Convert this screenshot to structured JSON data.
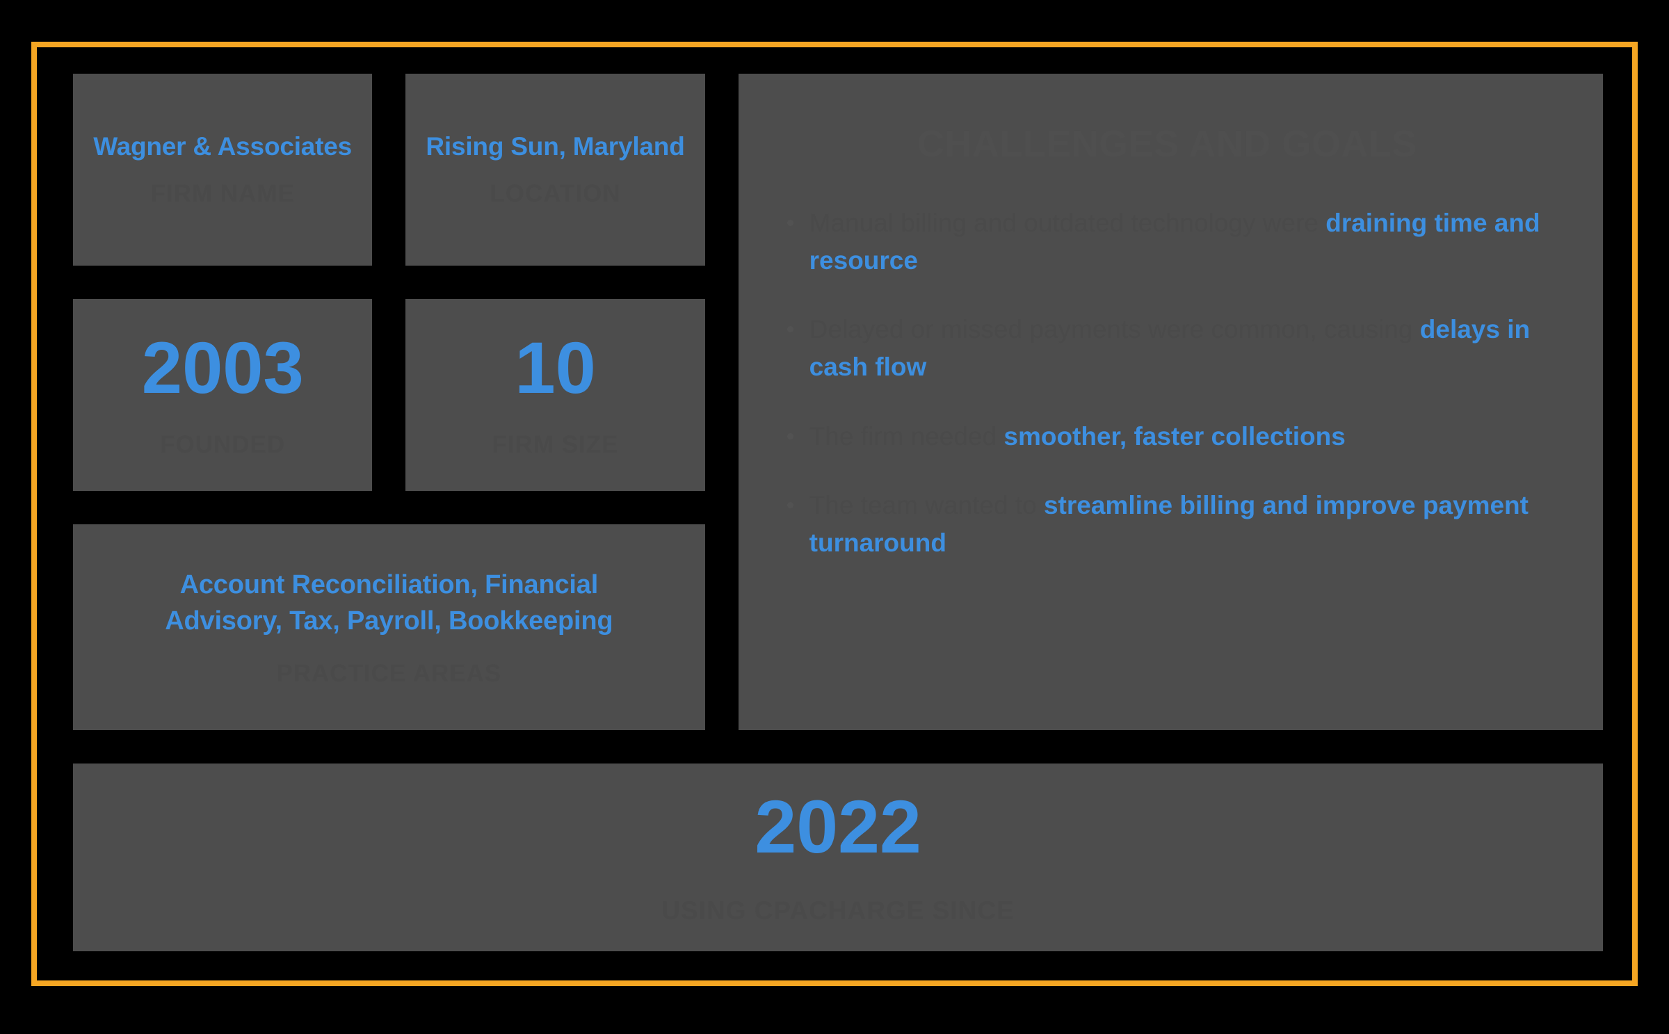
{
  "theme": {
    "page_background": "#000000",
    "frame_border": "#f5a623",
    "card_background": "#4d4d4d",
    "accent": "#3d8fe0",
    "muted_label": "#4a4a4a"
  },
  "facts": {
    "firm_name": {
      "value": "Wagner & Associates",
      "label": "FIRM NAME"
    },
    "location": {
      "value": "Rising Sun, Maryland",
      "label": "LOCATION"
    },
    "founded": {
      "value": "2003",
      "label": "FOUNDED"
    },
    "firm_size": {
      "value": "10",
      "label": "FIRM SIZE"
    },
    "practice_areas": {
      "value": "Account Reconciliation, Financial Advisory, Tax, Payroll, Bookkeeping",
      "label": "PRACTICE AREAS"
    },
    "using_since": {
      "value": "2022",
      "label": "USING CPACHARGE SINCE"
    }
  },
  "challenges_panel": {
    "title": "CHALLENGES AND GOALS",
    "bullets": [
      {
        "lead": "Manual billing and outdated technology were ",
        "highlight": "draining time and resource",
        "trail": ""
      },
      {
        "lead": "Delayed or missed payments were common, causing ",
        "highlight": "delays in cash flow",
        "trail": ""
      },
      {
        "lead": "The firm needed ",
        "highlight": "smoother, faster collections",
        "trail": ""
      },
      {
        "lead": "The team wanted to ",
        "highlight": "streamline billing and improve payment turnaround",
        "trail": ""
      }
    ]
  }
}
